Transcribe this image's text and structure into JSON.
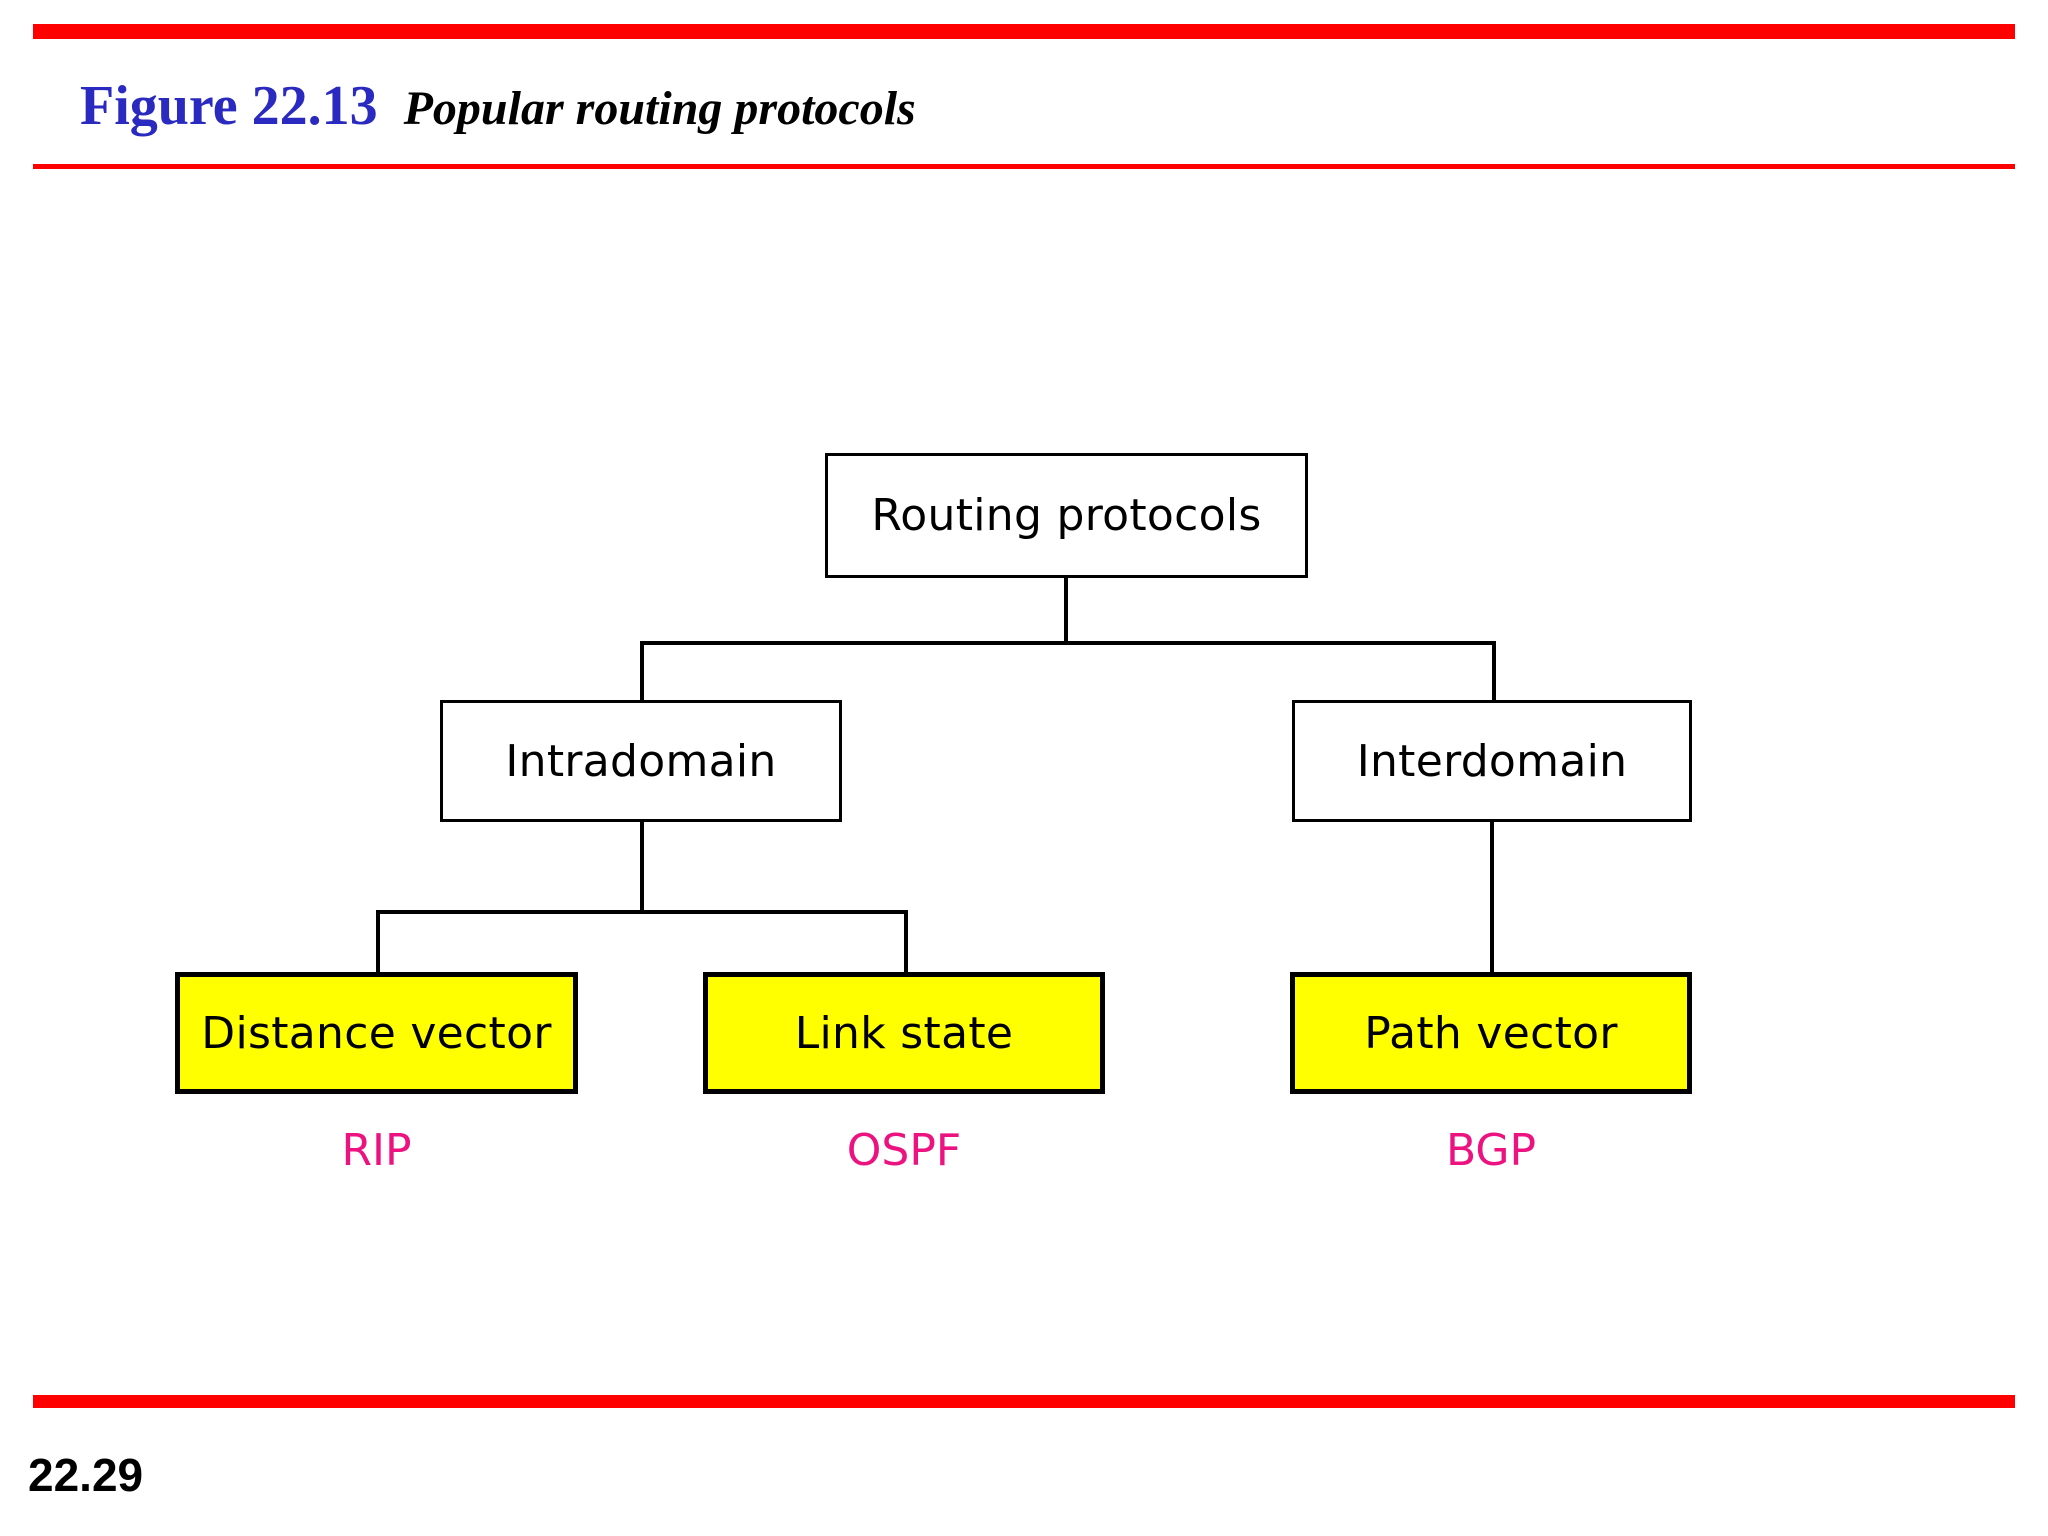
{
  "slide": {
    "page_number": "22.29",
    "figure_number": "Figure 22.13",
    "figure_caption": "Popular routing protocols",
    "colors": {
      "rule_red": "#FF0000",
      "figure_number_blue": "#2A2AC0",
      "node_yellow": "#FFFF00",
      "protocol_label_magenta": "#EC1280",
      "shadow_gray": "#333333",
      "outline_black": "#000000"
    }
  },
  "chart_data": {
    "type": "tree-diagram",
    "title": "Popular routing protocols",
    "root": "Routing protocols",
    "nodes": [
      {
        "id": "root",
        "label": "Routing protocols",
        "level": 0,
        "style": "white"
      },
      {
        "id": "intra",
        "label": "Intradomain",
        "level": 1,
        "style": "white"
      },
      {
        "id": "inter",
        "label": "Interdomain",
        "level": 1,
        "style": "white"
      },
      {
        "id": "dv",
        "label": "Distance vector",
        "level": 2,
        "style": "yellow"
      },
      {
        "id": "ls",
        "label": "Link state",
        "level": 2,
        "style": "yellow"
      },
      {
        "id": "pv",
        "label": "Path vector",
        "level": 2,
        "style": "yellow"
      }
    ],
    "edges": [
      {
        "from": "root",
        "to": "intra"
      },
      {
        "from": "root",
        "to": "inter"
      },
      {
        "from": "intra",
        "to": "dv"
      },
      {
        "from": "intra",
        "to": "ls"
      },
      {
        "from": "inter",
        "to": "pv"
      }
    ],
    "annotations": [
      {
        "for": "dv",
        "label": "RIP"
      },
      {
        "for": "ls",
        "label": "OSPF"
      },
      {
        "for": "pv",
        "label": "BGP"
      }
    ]
  },
  "diagram": {
    "root_label": "Routing protocols",
    "intradomain_label": "Intradomain",
    "interdomain_label": "Interdomain",
    "distance_vector_label": "Distance vector",
    "link_state_label": "Link state",
    "path_vector_label": "Path vector",
    "rip_label": "RIP",
    "ospf_label": "OSPF",
    "bgp_label": "BGP"
  }
}
